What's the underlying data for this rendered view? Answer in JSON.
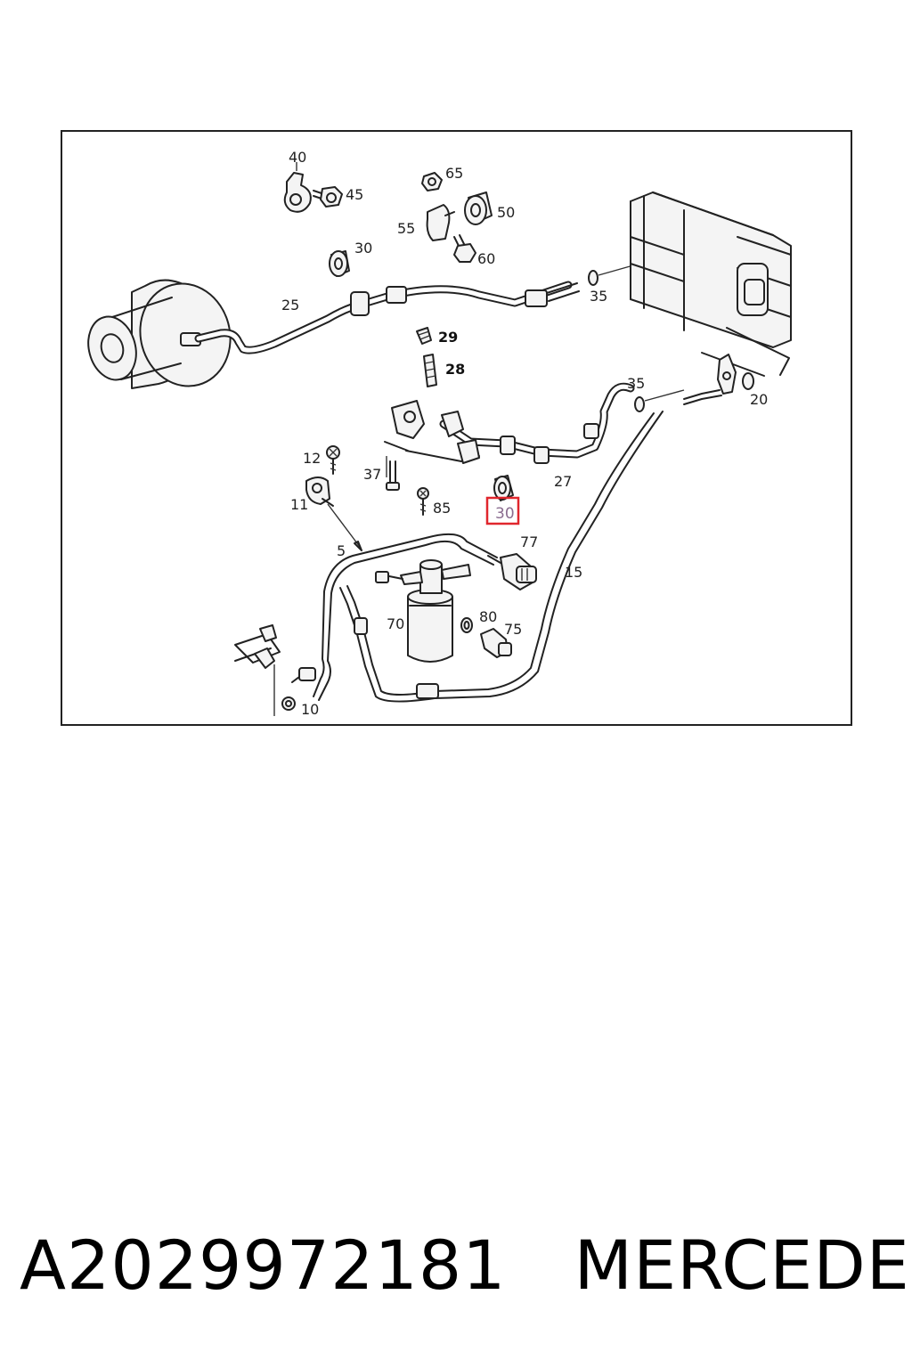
{
  "diagram": {
    "callouts": {
      "c40": "40",
      "c45": "45",
      "c65": "65",
      "c50": "50",
      "c55": "55",
      "c60": "60",
      "c30_top": "30",
      "c25": "25",
      "c35_top": "35",
      "c29": "29",
      "c28": "28",
      "c35_mid": "35",
      "c20": "20",
      "c12": "12",
      "c37": "37",
      "c27": "27",
      "c11": "11",
      "c85": "85",
      "c30_highlight": "30",
      "c77": "77",
      "c5": "5",
      "c15": "15",
      "c70": "70",
      "c80": "80",
      "c75": "75",
      "c10": "10"
    },
    "highlight_color": "#e0262d"
  },
  "footer": {
    "part_number": "A2029972181",
    "brand": "MERCEDES"
  }
}
